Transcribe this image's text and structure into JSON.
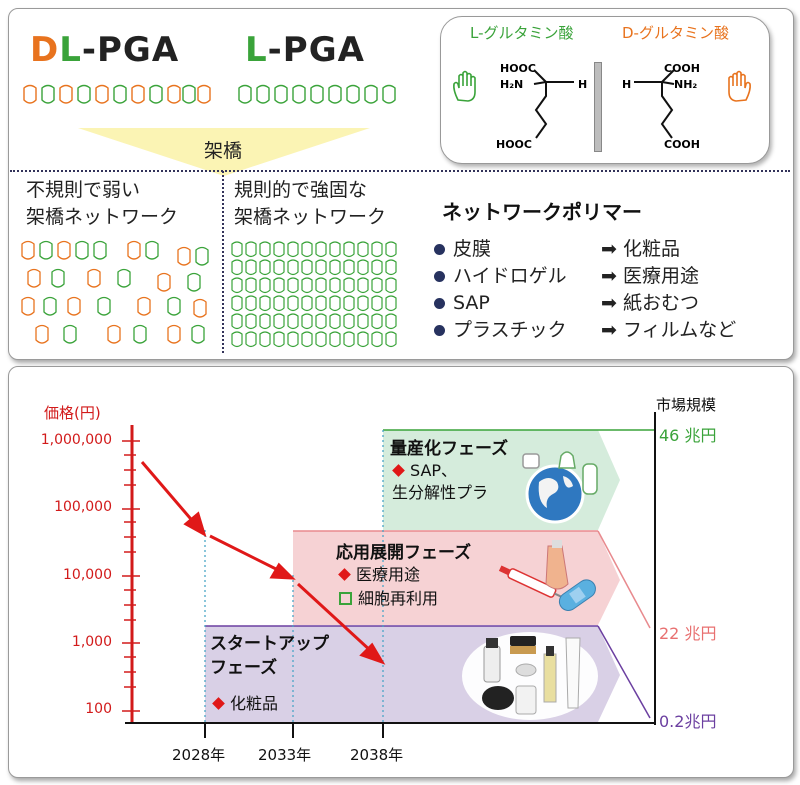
{
  "top": {
    "dl_prefix_d": "D",
    "dl_prefix_l": "L",
    "dl_suffix": "-PGA",
    "l_prefix": "L",
    "l_suffix": "-PGA",
    "crosslink_label": "架橋",
    "left_desc_line1": "不規則で弱い",
    "left_desc_line2": "架橋ネットワーク",
    "right_desc_line1": "規則的で強固な",
    "right_desc_line2": "架橋ネットワーク",
    "structure": {
      "l_label": "L-グルタミン酸",
      "d_label": "D-グルタミン酸",
      "l_top": "HOOC",
      "l_amine": "H₂N",
      "l_h": "H",
      "l_bottom": "HOOC",
      "d_top": "COOH",
      "d_amine": "NH₂",
      "d_h": "H",
      "d_bottom": "COOH"
    },
    "network": {
      "title": "ネットワークポリマー",
      "items": [
        {
          "from": "皮膜",
          "to": "化粧品"
        },
        {
          "from": "ハイドロゲル",
          "to": "医療用途"
        },
        {
          "from": "SAP",
          "to": "紙おむつ"
        },
        {
          "from": "プラスチック",
          "to": "フィルムなど"
        }
      ]
    },
    "colors": {
      "orange": "#e8731e",
      "green": "#3aa33a",
      "navy": "#27325f"
    }
  },
  "bottom": {
    "price_label": "価格(円)",
    "market_label": "市場規模",
    "y_ticks": [
      "1,000,000",
      "100,000",
      "10,000",
      "1,000",
      "100"
    ],
    "x_ticks": [
      "2028年",
      "2033年",
      "2038年"
    ],
    "phases": {
      "mass": {
        "title": "量産化フェーズ",
        "line1": "SAP、",
        "line2": "生分解性プラ",
        "color": "#d5ecdc",
        "edge": "#3aa33a"
      },
      "applied": {
        "title": "応用展開フェーズ",
        "item1": "医療用途",
        "item2": "細胞再利用",
        "color": "#f6d2d4",
        "edge": "#e88a8e"
      },
      "startup": {
        "title1": "スタートアップ",
        "title2": "フェーズ",
        "item1": "化粧品",
        "color": "#d9d0e6",
        "edge": "#6b3fa0"
      }
    },
    "market": [
      {
        "value": "46 兆円",
        "color": "#3aa33a"
      },
      {
        "value": "22 兆円",
        "color": "#e87070"
      },
      {
        "value": "0.2兆円",
        "color": "#6b3fa0"
      }
    ]
  }
}
